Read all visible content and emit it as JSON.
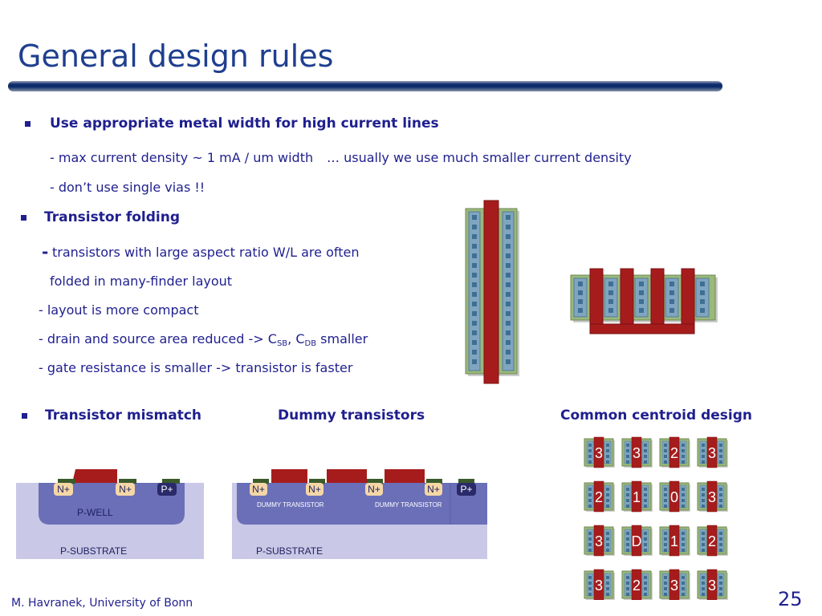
{
  "title": "General design rules",
  "section1": {
    "heading": "Use appropriate metal width for high current lines",
    "line1": "- max current density ~ 1 mA / um width",
    "line1b": "… usually we use much smaller current density",
    "line2": "- don’t use single vias !!"
  },
  "section2": {
    "heading": "Transistor folding",
    "dash": "-",
    "line1": "transistors with large aspect ratio W/L are often",
    "line2": "folded in many-finder layout",
    "line3": "- layout is more compact",
    "line4_pre": "- drain and source area reduced -> C",
    "line4_sub1": "SB",
    "line4_mid": ", C",
    "line4_sub2": "DB",
    "line4_post": " smaller",
    "line5": "- gate resistance is smaller -> transistor is faster"
  },
  "section3": {
    "mismatch_heading": "Transistor mismatch",
    "dummy_heading": "Dummy transistors",
    "centroid_heading": "Common centroid design"
  },
  "mismatch_diagram": {
    "n1": "N+",
    "n2": "N+",
    "p1": "P+",
    "well": "P-WELL",
    "substrate": "P-SUBSTRATE"
  },
  "dummy_diagram": {
    "n1": "N+",
    "n2": "N+",
    "n3": "N+",
    "n4": "N+",
    "p1": "P+",
    "dummy1": "DUMMY TRANSISTOR",
    "dummy2": "DUMMY TRANSISTOR",
    "substrate": "P-SUBSTRATE"
  },
  "centroid_grid": [
    [
      "3",
      "3",
      "2",
      "3"
    ],
    [
      "2",
      "1",
      "0",
      "3"
    ],
    [
      "3",
      "D",
      "1",
      "2"
    ],
    [
      "3",
      "2",
      "3",
      "3"
    ]
  ],
  "footer": "M. Havranek, University of Bonn",
  "page_number": "25",
  "colors": {
    "title": "#1f3f8f",
    "text": "#1f1f8f",
    "gate": "#a61c1c",
    "diffusion": "#9ab87a",
    "contact": "#4a7fa8",
    "well": "#6a6fb8",
    "substrate": "#c9c8e6"
  }
}
